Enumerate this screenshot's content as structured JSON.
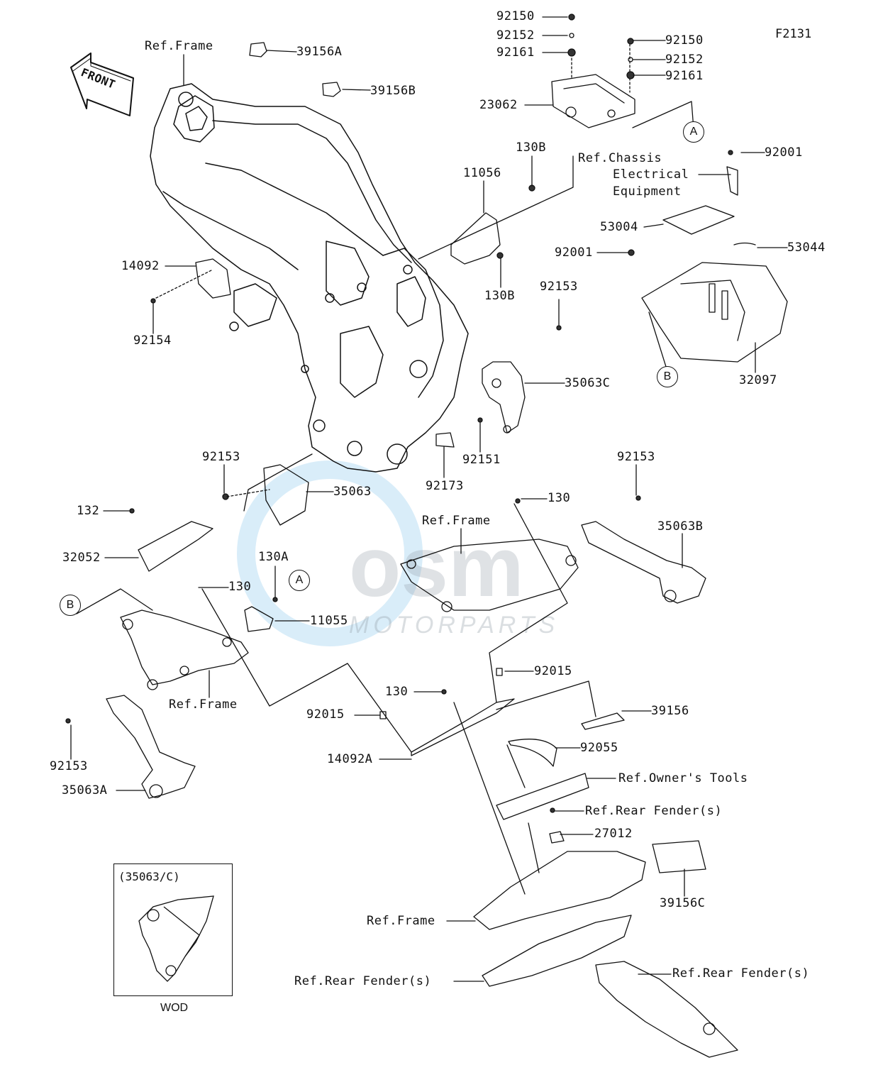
{
  "figure_id": "F2131",
  "watermark": "MOTORPARTS",
  "front_arrow": "FRONT",
  "inset": {
    "title": "(35063/C)",
    "footer": "WOD"
  },
  "callouts": [
    "A",
    "A",
    "B",
    "B"
  ],
  "labels": [
    "Ref.Frame",
    "39156A",
    "39156B",
    "92150",
    "92152",
    "92161",
    "92150",
    "92152",
    "92161",
    "23062",
    "130B",
    "11056",
    "Ref.Chassis",
    "Electrical",
    "Equipment",
    "92001",
    "53004",
    "53044",
    "92001",
    "14092",
    "92154",
    "130B",
    "92153",
    "35063C",
    "32097",
    "92153",
    "35063",
    "92151",
    "92173",
    "92153",
    "130",
    "35063B",
    "132",
    "32052",
    "Ref.Frame",
    "130A",
    "130",
    "11055",
    "Ref.Frame",
    "92015",
    "130",
    "92015",
    "39156",
    "14092A",
    "92055",
    "Ref.Owner's Tools",
    "92153",
    "35063A",
    "Ref.Rear Fender(s)",
    "27012",
    "39156C",
    "Ref.Frame",
    "Ref.Rear Fender(s)",
    "Ref.Rear Fender(s)"
  ]
}
